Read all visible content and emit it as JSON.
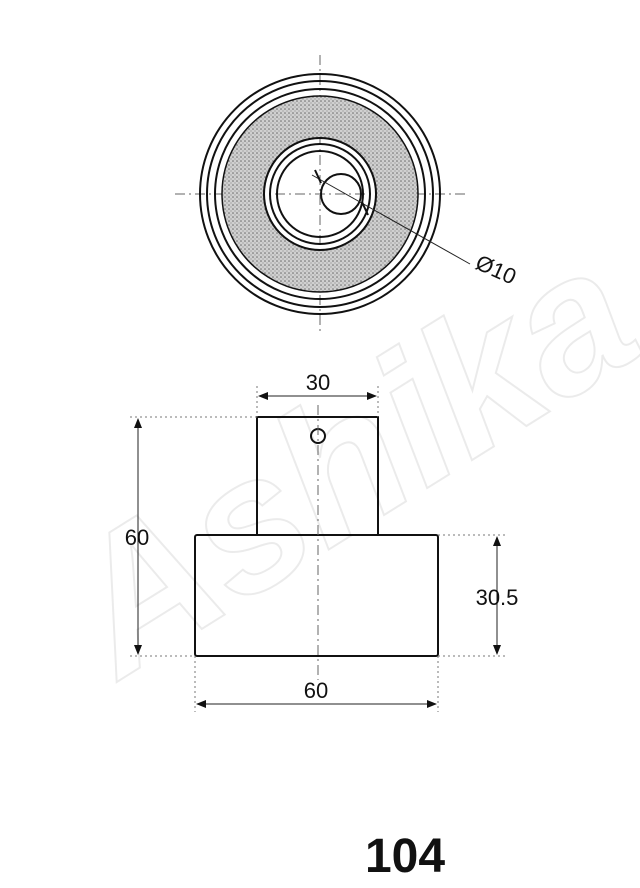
{
  "watermark": {
    "text": "Ashika",
    "color": "#e9e9e9"
  },
  "colors": {
    "line": "#111111",
    "shade": "#bdbdbd",
    "background": "#ffffff"
  },
  "top_view": {
    "bore_label": "Ø10"
  },
  "side_view": {
    "upper_width_label": "30",
    "total_height_label": "60",
    "base_height_label": "30.5",
    "base_width_label": "60"
  },
  "part_number": "104"
}
